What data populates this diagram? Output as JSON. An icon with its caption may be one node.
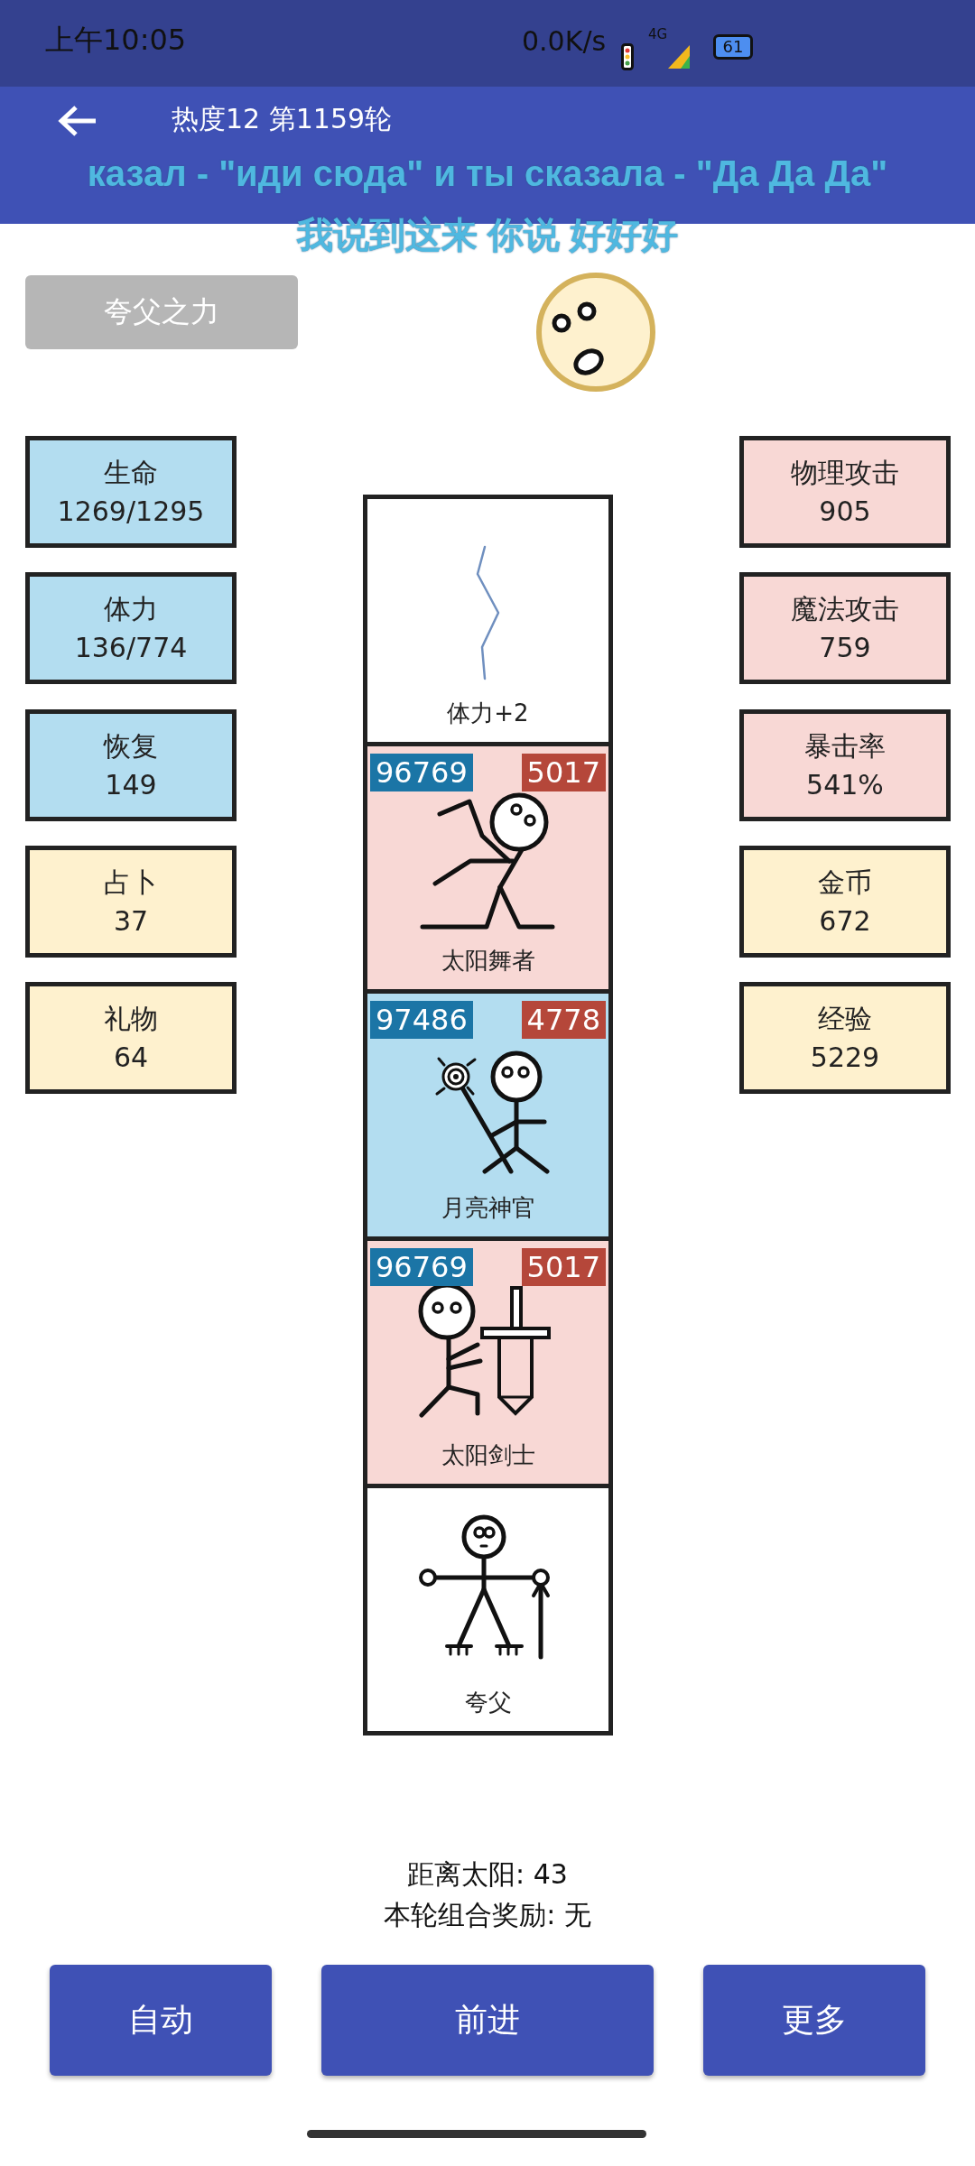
{
  "diagram": {
    "title": "热度12 第1159轮",
    "nodes": [
      {
        "text": [
          "夸父之力"
        ]
      },
      {
        "text": [],
        "shape": "circle"
      },
      {
        "text": [
          "生命",
          "1269/1295"
        ]
      },
      {
        "text": [
          "体力",
          "136/774"
        ]
      },
      {
        "text": [
          "恢复",
          "149"
        ]
      },
      {
        "text": [
          "占卜",
          "37"
        ]
      },
      {
        "text": [
          "礼物",
          "64"
        ]
      },
      {
        "text": [
          "物理攻击",
          "905"
        ]
      },
      {
        "text": [
          "魔法攻击",
          "759"
        ]
      },
      {
        "text": [
          "暴击率",
          "541%"
        ]
      },
      {
        "text": [
          "金币",
          "672"
        ]
      },
      {
        "text": [
          "经验",
          "5229"
        ]
      },
      {
        "text": [
          "体力+2"
        ]
      },
      {
        "text": [
          "96769",
          "5017",
          "太阳舞者"
        ]
      },
      {
        "text": [
          "97486",
          "4778",
          "月亮神官"
        ]
      },
      {
        "text": [
          "96769",
          "5017",
          "太阳剑士"
        ]
      },
      {
        "text": [
          "夸父"
        ]
      },
      {
        "text": [
          "自动"
        ]
      },
      {
        "text": [
          "前进"
        ]
      },
      {
        "text": [
          "更多"
        ]
      }
    ],
    "labels": [
      "上午10:05",
      "0.0K/s",
      "4G",
      "61",
      "казал - \"иди сюда\" и ты сказала - \"Да Да Да\"",
      "我说到这来 你说 好好好",
      "距离太阳: 43",
      "本轮组合奖励: 无"
    ]
  }
}
